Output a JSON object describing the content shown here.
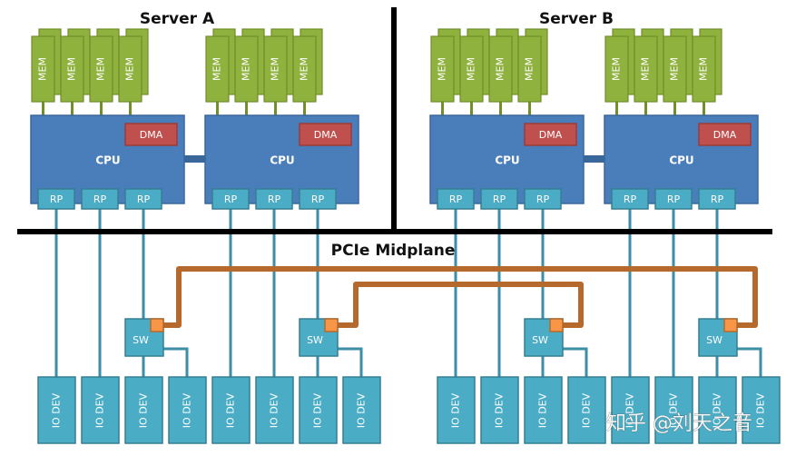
{
  "diagram": {
    "servers": [
      {
        "id": "A",
        "title": "Server A"
      },
      {
        "id": "B",
        "title": "Server B"
      }
    ],
    "midplane_label": "PCIe Midplane",
    "labels": {
      "mem": "MEM",
      "cpu": "CPU",
      "dma": "DMA",
      "rp": "RP",
      "sw": "SW",
      "io_dev": "IO DEV"
    },
    "cpus_per_server": 2,
    "mem_modules_per_cpu": 4,
    "root_ports_per_cpu": 3,
    "io_devices_per_cpu": 4,
    "switches": [
      {
        "id": "sw-a1",
        "server": "A",
        "cpu": 1
      },
      {
        "id": "sw-a2",
        "server": "A",
        "cpu": 2
      },
      {
        "id": "sw-b1",
        "server": "B",
        "cpu": 1
      },
      {
        "id": "sw-b2",
        "server": "B",
        "cpu": 2
      }
    ],
    "cross_links": [
      {
        "from": "sw-a1",
        "to": "sw-b2"
      },
      {
        "from": "sw-a2",
        "to": "sw-b1"
      }
    ],
    "colors": {
      "mem": "#8fb13e",
      "mem_border": "#6f8f2a",
      "cpu": "#4a7ebb",
      "cpu_border": "#3a679b",
      "dma": "#c0504d",
      "dma_border": "#9b3b38",
      "rp": "#4bacc6",
      "rp_border": "#357f94",
      "teal_line": "#3b8ea5",
      "sw": "#4bacc6",
      "io": "#4bacc6",
      "cross_link": "#b5692c",
      "port": "#f79646",
      "black": "#000000"
    },
    "watermark": "知乎 @刘天之音"
  }
}
